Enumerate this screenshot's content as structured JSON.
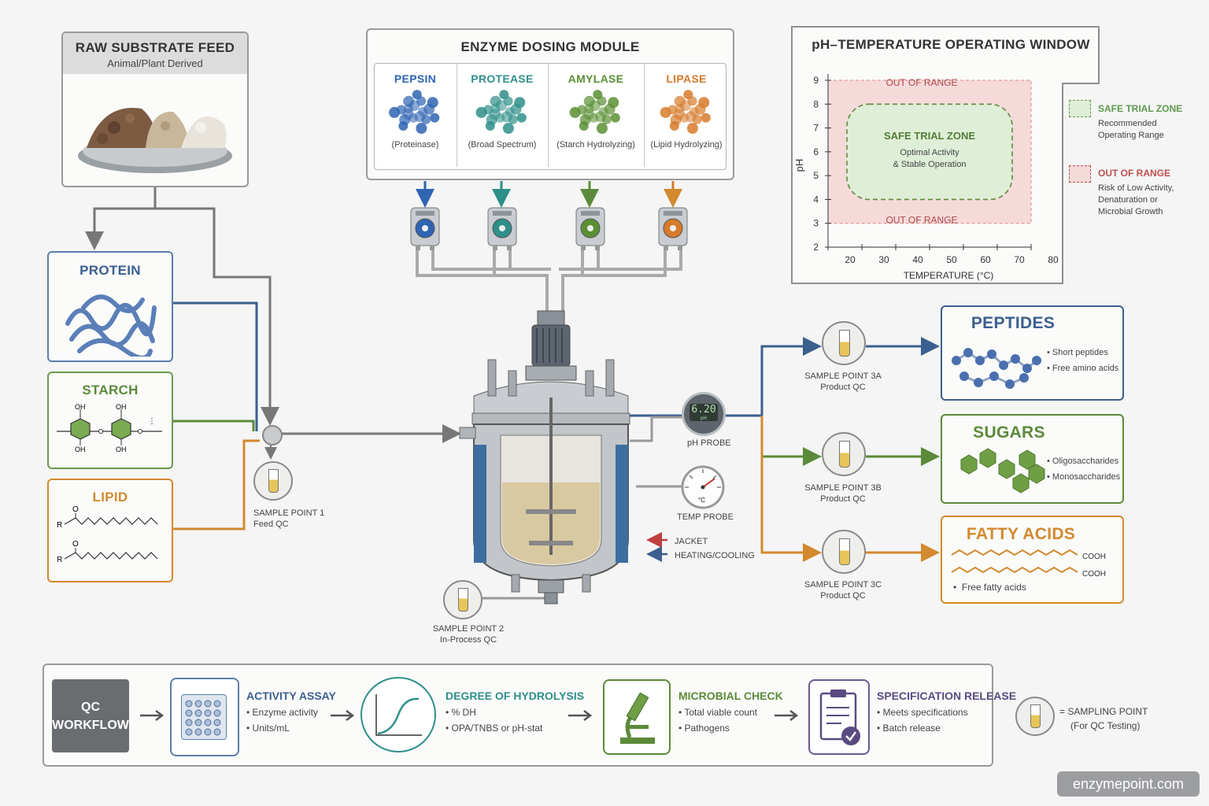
{
  "colors": {
    "protein": "#3b5f8f",
    "starch": "#5b8a3a",
    "lipid": "#d2892f",
    "pepsin": "#2f64b3",
    "protease": "#2f8f8a",
    "amylase": "#5a8f33",
    "lipase": "#d77a2a",
    "safe": "#5e9a4e",
    "out": "#c05050"
  },
  "feed": {
    "title": "RAW SUBSTRATE FEED",
    "subtitle": "Animal/Plant Derived"
  },
  "substrates": [
    {
      "title": "PROTEIN"
    },
    {
      "title": "STARCH",
      "oh": [
        "OH",
        "OH",
        "OH",
        "OH"
      ]
    },
    {
      "title": "LIPID",
      "r": [
        "R",
        "R"
      ],
      "o": [
        "O",
        "O"
      ]
    }
  ],
  "enzyme_module": {
    "title": "ENZYME DOSING MODULE",
    "enzymes": [
      {
        "name": "PEPSIN",
        "sub": "(Proteinase)"
      },
      {
        "name": "PROTEASE",
        "sub": "(Broad Spectrum)"
      },
      {
        "name": "AMYLASE",
        "sub": "(Starch Hydrolyzing)"
      },
      {
        "name": "LIPASE",
        "sub": "(Lipid Hydrolyzing)"
      }
    ]
  },
  "chart_data": {
    "type": "area",
    "title": "pH–TEMPERATURE OPERATING WINDOW",
    "xlabel": "TEMPERATURE (°C)",
    "ylabel": "pH",
    "x_ticks": [
      20,
      30,
      40,
      50,
      60,
      70,
      80
    ],
    "y_ticks": [
      2,
      3,
      4,
      5,
      6,
      7,
      8,
      9
    ],
    "xlim": [
      20,
      80
    ],
    "ylim": [
      2,
      9
    ],
    "out_of_range_region": {
      "x": [
        20,
        80
      ],
      "y": [
        3,
        9
      ],
      "label": "OUT OF RANGE"
    },
    "safe_region": {
      "x": [
        20,
        80
      ],
      "y": [
        4,
        8
      ],
      "label": "SAFE TRIAL ZONE",
      "note": [
        "Optimal Activity",
        "& Stable Operation"
      ]
    },
    "legend": [
      {
        "name": "SAFE TRIAL ZONE",
        "desc": [
          "Recommended",
          "Operating Range"
        ]
      },
      {
        "name": "OUT OF RANGE",
        "desc": [
          "Risk of Low Activity,",
          "Denaturation or",
          "Microbial Growth"
        ]
      }
    ]
  },
  "probes": {
    "ph_value": "6.20",
    "ph_unit": "pH",
    "ph_label": "pH PROBE",
    "temp_unit": "°C",
    "temp_label": "TEMP PROBE",
    "jacket": [
      "JACKET",
      "HEATING/COOLING"
    ]
  },
  "sample_points": [
    {
      "title": "SAMPLE POINT 1",
      "sub": "Feed QC"
    },
    {
      "title": "SAMPLE POINT 2",
      "sub": "In-Process QC"
    },
    {
      "title": "SAMPLE POINT 3A",
      "sub": "Product QC"
    },
    {
      "title": "SAMPLE POINT 3B",
      "sub": "Product QC"
    },
    {
      "title": "SAMPLE POINT 3C",
      "sub": "Product QC"
    }
  ],
  "products": [
    {
      "title": "PEPTIDES",
      "items": [
        "Short peptides",
        "Free amino acids"
      ]
    },
    {
      "title": "SUGARS",
      "items": [
        "Oligosaccharides",
        "Monosaccharides"
      ]
    },
    {
      "title": "FATTY ACIDS",
      "cooh": [
        "COOH",
        "COOH"
      ],
      "items": [
        "Free fatty acids"
      ]
    }
  ],
  "qc": {
    "label": "QC\nWORKFLOW",
    "steps": [
      {
        "title": "ACTIVITY ASSAY",
        "items": [
          "Enzyme activity",
          "Units/mL"
        ]
      },
      {
        "title": "DEGREE OF HYDROLYSIS",
        "items": [
          "% DH",
          "OPA/TNBS or pH-stat"
        ]
      },
      {
        "title": "MICROBIAL CHECK",
        "items": [
          "Total viable count",
          "Pathogens"
        ]
      },
      {
        "title": "SPECIFICATION RELEASE",
        "items": [
          "Meets specifications",
          "Batch release"
        ]
      }
    ],
    "legend": [
      "= SAMPLING POINT",
      "(For QC Testing)"
    ]
  },
  "watermark": "enzymepoint.com"
}
